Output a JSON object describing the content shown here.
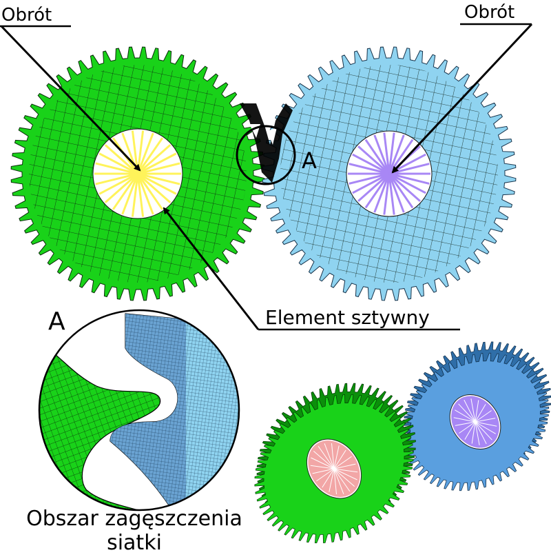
{
  "labels": {
    "rotation_left": "Obrót",
    "rotation_right": "Obrót",
    "detail_marker": "A",
    "detail_title": "A",
    "rigid_element": "Element sztywny",
    "refinement_line1": "Obszar zagęszczenia",
    "refinement_line2": "siatki"
  },
  "colors": {
    "gear_green": "#19d219",
    "gear_blue": "#8fd3f0",
    "rigid_yellow": "#fff35a",
    "rigid_violet": "#a887f5",
    "gear3d_blue": "#5a9fdf",
    "gear3d_pink": "#f2a6a6",
    "detail_blue": "#6aa3d2"
  }
}
